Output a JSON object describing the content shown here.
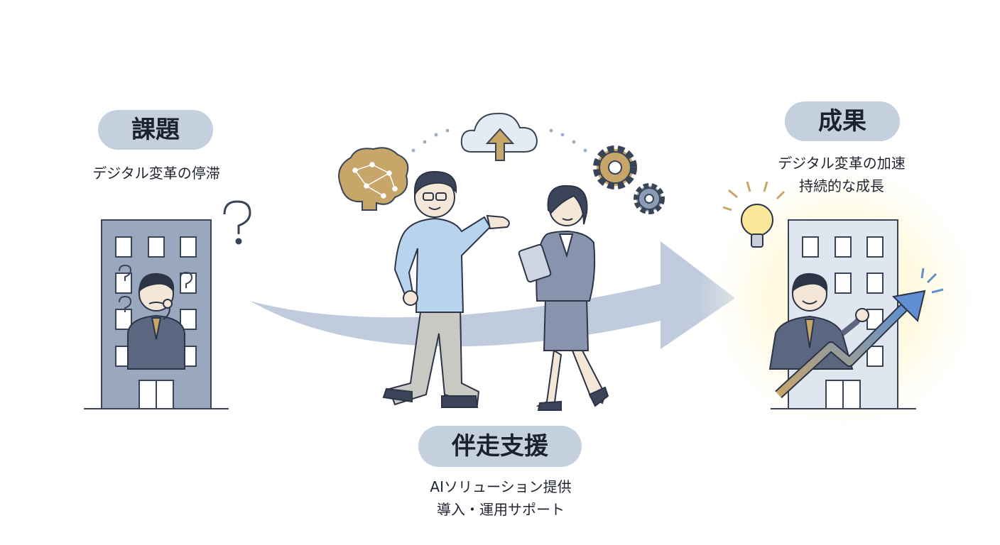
{
  "stages": {
    "problem": {
      "title": "課題",
      "desc": "デジタル変革の停滞"
    },
    "support": {
      "title": "伴走支援",
      "desc_line1": "AIソリューション提供",
      "desc_line2": "導入・運用サポート"
    },
    "result": {
      "title": "成果",
      "desc_line1": "デジタル変革の加速",
      "desc_line2": "持続的な成長"
    }
  },
  "icons": [
    "question-icon",
    "brain-icon",
    "cloud-upload-icon",
    "gear-icon",
    "lightbulb-icon",
    "growth-arrow-icon"
  ],
  "colors": {
    "pill": "#c5d0de",
    "building": "#9aa8bf",
    "flow_arrow": "#b9c7da",
    "accent_gold": "#c8a66a",
    "glow": "#fff6c4"
  }
}
